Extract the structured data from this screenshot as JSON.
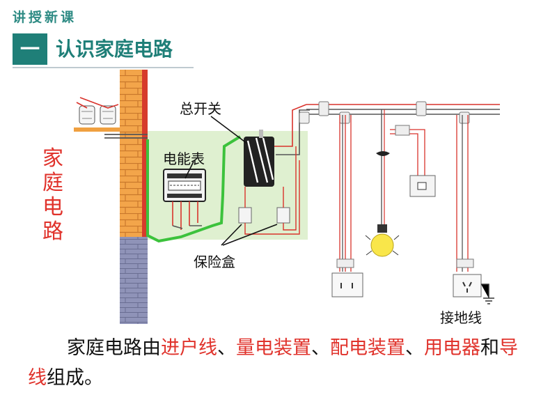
{
  "header": {
    "tag": "讲授新课",
    "section_number": "一",
    "title": "认识家庭电路"
  },
  "side_label": [
    "家",
    "庭",
    "电",
    "路"
  ],
  "diagram": {
    "labels": {
      "main_switch": "总开关",
      "meter": "电能表",
      "fuse_box": "保险盒",
      "ground_wire": "接地线"
    }
  },
  "summary": {
    "prefix": "家庭电路由",
    "part1": "进户线",
    "sep1": "、",
    "part2": "量电装置",
    "sep2": "、",
    "part3": "配电装置",
    "sep3": "、",
    "part4": "用电器",
    "mid": "和",
    "part5": "导线",
    "suffix": "组成。"
  },
  "colors": {
    "accent": "#1f7f78",
    "highlight": "#e0322b",
    "wire_live": "#d9322b",
    "wire_neutral": "#555555",
    "wire_ground": "#3cc23c",
    "panel_bg": "#dff0d0"
  }
}
